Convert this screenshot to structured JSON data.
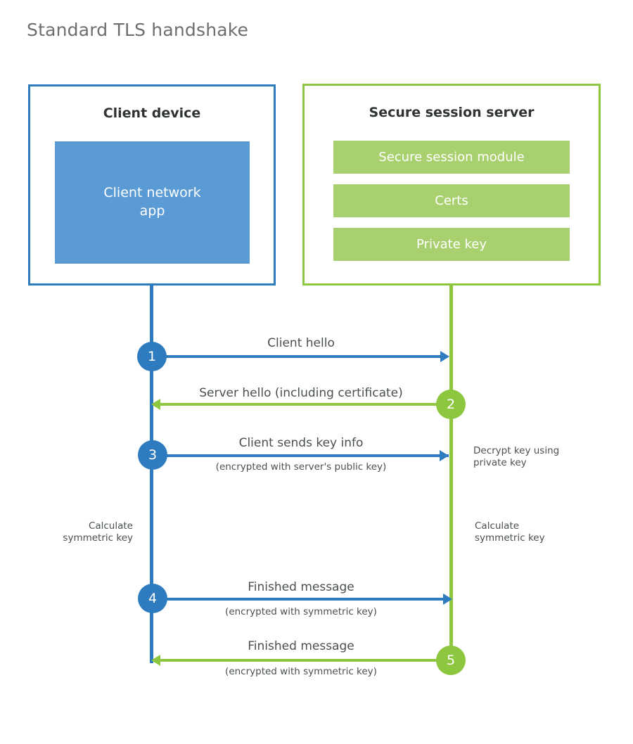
{
  "title": "Standard TLS handshake",
  "colors": {
    "client_blue": "#2E7CBF",
    "client_app_fill": "#5B9BD5",
    "server_green": "#8DC63F",
    "server_module_fill": "#A8D06E",
    "title_gray": "#6E6E6E",
    "text_gray": "#4A4F51",
    "heading_dark": "#2F3334",
    "background": "#FFFFFF"
  },
  "parties": {
    "client": {
      "title": "Client device",
      "components": [
        {
          "label": "Client network\napp"
        }
      ]
    },
    "server": {
      "title": "Secure session server",
      "components": [
        {
          "label": "Secure session module"
        },
        {
          "label": "Certs"
        },
        {
          "label": "Private key"
        }
      ]
    }
  },
  "steps": [
    {
      "number": "1",
      "side": "client",
      "direction": "client-to-server",
      "label": "Client hello",
      "sublabel": ""
    },
    {
      "number": "2",
      "side": "server",
      "direction": "server-to-client",
      "label": "Server hello (including certificate)",
      "sublabel": ""
    },
    {
      "number": "3",
      "side": "client",
      "direction": "client-to-server",
      "label": "Client sends key info",
      "sublabel": "(encrypted with server's public key)"
    },
    {
      "number": "4",
      "side": "client",
      "direction": "client-to-server",
      "label": "Finished message",
      "sublabel": "(encrypted with symmetric key)"
    },
    {
      "number": "5",
      "side": "server",
      "direction": "server-to-client",
      "label": "Finished message",
      "sublabel": "(encrypted with symmetric key)"
    }
  ],
  "notes": {
    "server_decrypt": "Decrypt key using\nprivate key",
    "client_calculate": "Calculate\nsymmetric key",
    "server_calculate": "Calculate\nsymmetric key"
  }
}
